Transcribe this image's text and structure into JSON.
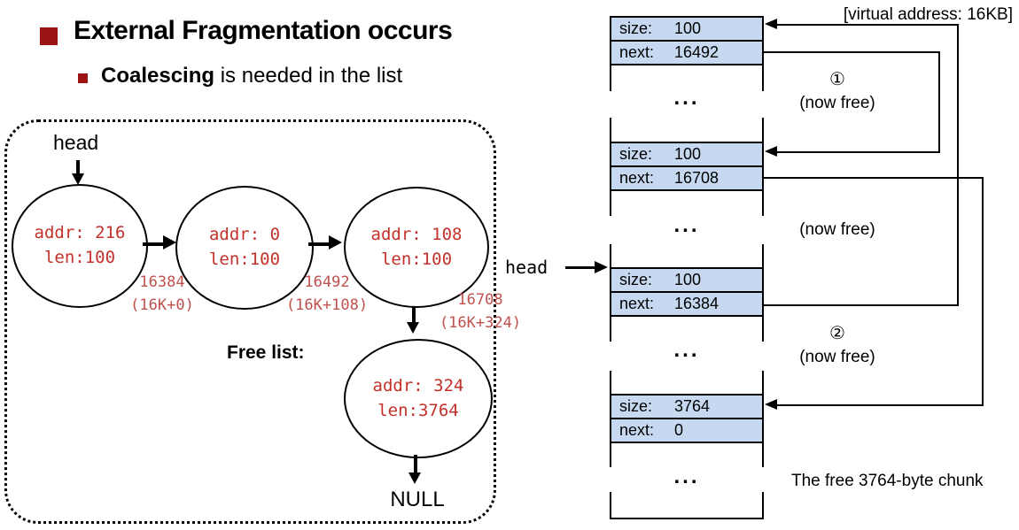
{
  "header": {
    "title": "External Fragmentation occurs",
    "subtitle_bold": "Coalescing",
    "subtitle_rest": " is needed in the list"
  },
  "free_list_diagram": {
    "head_label": "head",
    "free_list_label": "Free list:",
    "null_label": "NULL",
    "nodes": [
      {
        "addr": "addr: 216",
        "len": "len:100"
      },
      {
        "addr": "addr: 0",
        "len": "len:100"
      },
      {
        "addr": "addr: 108",
        "len": "len:100"
      },
      {
        "addr": "addr: 324",
        "len": "len:3764"
      }
    ],
    "edge_labels": [
      {
        "line1": "16384",
        "line2": "(16K+0)"
      },
      {
        "line1": "16492",
        "line2": "(16K+108)"
      },
      {
        "line1": "16708",
        "line2": "(16K+324)"
      }
    ]
  },
  "memory_diagram": {
    "head_label": "head",
    "virtual_address_label": "[virtual address: 16KB]",
    "ellipsis": "...",
    "blocks": [
      {
        "size_label": "size:",
        "size": "100",
        "next_label": "next:",
        "next": "16492"
      },
      {
        "size_label": "size:",
        "size": "100",
        "next_label": "next:",
        "next": "16708"
      },
      {
        "size_label": "size:",
        "size": "100",
        "next_label": "next:",
        "next": "16384"
      },
      {
        "size_label": "size:",
        "size": "3764",
        "next_label": "next:",
        "next": "0"
      }
    ],
    "annotations": [
      {
        "number": "①",
        "text": "(now free)"
      },
      {
        "number": "",
        "text": "(now free)"
      },
      {
        "number": "②",
        "text": "(now free)"
      }
    ],
    "chunk_note": "The free 3764-byte chunk"
  },
  "colors": {
    "bullet_dark_red": "#9b1313",
    "node_text_red": "#c4312a",
    "edge_label_red": "#c0504d",
    "cell_fill_blue": "#c6d9f1",
    "line_black": "#000000"
  }
}
